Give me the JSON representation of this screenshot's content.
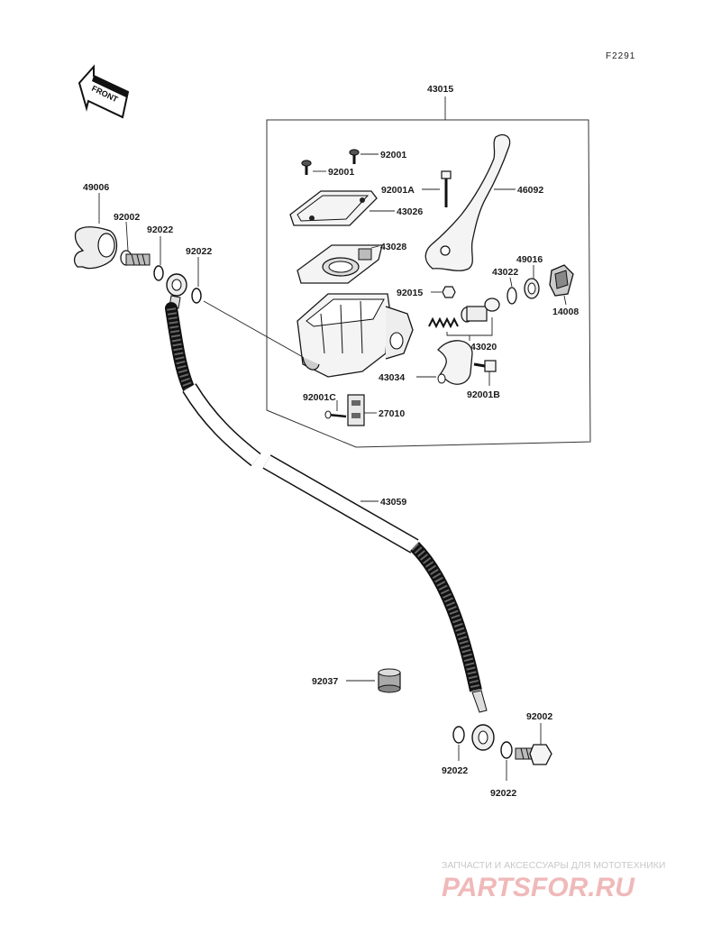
{
  "diagram": {
    "figure_code": "F2291",
    "front_arrow_label": "FRONT",
    "labels": {
      "p43015": "43015",
      "p92001_a": "92001",
      "p92001_b": "92001",
      "p92001A": "92001A",
      "p46092": "46092",
      "p43026": "43026",
      "p43028": "43028",
      "p49016": "49016",
      "p43022": "43022",
      "p92015": "92015",
      "p14008": "14008",
      "p43020": "43020",
      "p43034": "43034",
      "p92001B": "92001B",
      "p92001C": "92001C",
      "p27010": "27010",
      "p49006": "49006",
      "p92002_top": "92002",
      "p92022_top1": "92022",
      "p92022_top2": "92022",
      "p43059": "43059",
      "p92037": "92037",
      "p92002_bot": "92002",
      "p92022_bot1": "92022",
      "p92022_bot2": "92022"
    },
    "watermark": {
      "line1": "ЗАПЧАСТИ И АКСЕССУАРЫ ДЛЯ МОТОТЕХНИКИ",
      "line2": "PARTSFOR.RU"
    }
  }
}
